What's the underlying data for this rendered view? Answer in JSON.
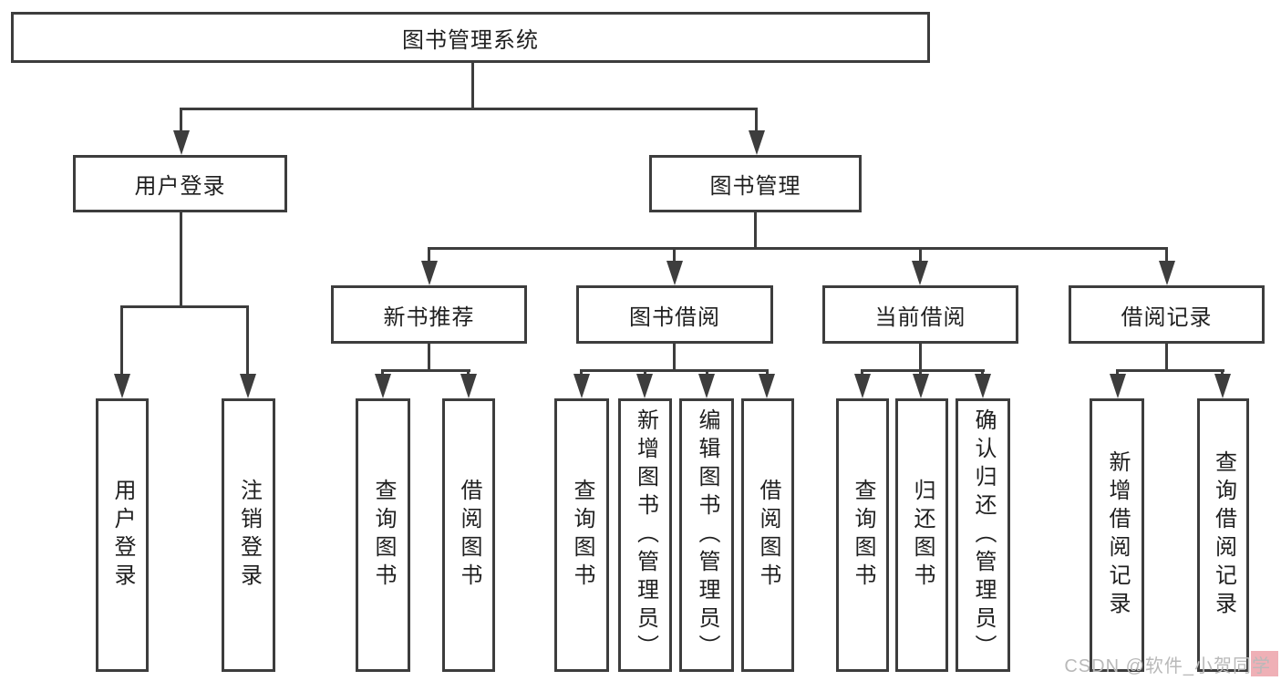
{
  "diagram": {
    "root": {
      "label": "图书管理系统"
    },
    "user_login": {
      "label": "用户登录",
      "children": [
        "用户登录",
        "注销登录"
      ]
    },
    "book_management": {
      "label": "图书管理"
    },
    "new_book_recommend": {
      "label": "新书推荐",
      "children": [
        "查询图书",
        "借阅图书"
      ]
    },
    "book_borrow": {
      "label": "图书借阅",
      "children": [
        "查询图书",
        "新增图书（管理员）",
        "编辑图书（管理员）",
        "借阅图书"
      ]
    },
    "current_borrow": {
      "label": "当前借阅",
      "children": [
        "查询图书",
        "归还图书",
        "确认归还（管理员）"
      ]
    },
    "borrow_records": {
      "label": "借阅记录",
      "children": [
        "新增借阅记录",
        "查询借阅记录"
      ]
    }
  },
  "watermark": {
    "text": "CSDN @软件_小贺同学"
  },
  "colors": {
    "line": "#3d3d3d",
    "text": "#1f1f1f",
    "background": "#ffffff",
    "watermark_text": "#b9b9b9",
    "watermark_highlight": "#efb0b6"
  }
}
